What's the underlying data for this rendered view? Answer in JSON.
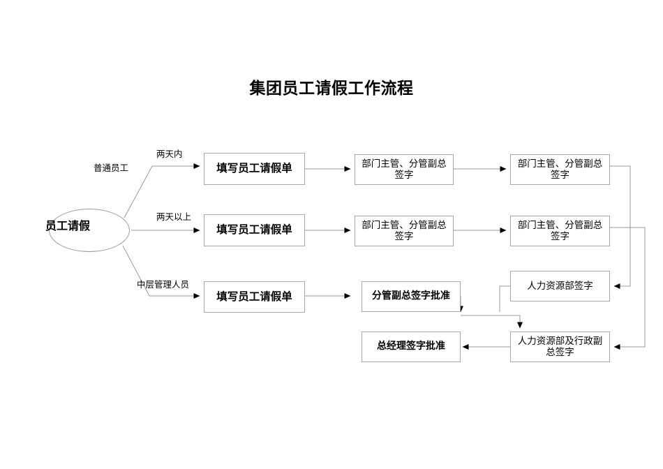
{
  "document": {
    "title": "集团员工请假工作流程"
  },
  "diagram": {
    "start": {
      "label": "员工请假"
    },
    "branch_labels": [
      {
        "id": "ordinary-employee",
        "text": "普通员工"
      },
      {
        "id": "within-two-days",
        "text": "两天内"
      },
      {
        "id": "over-two-days",
        "text": "两天以上"
      },
      {
        "id": "middle-management",
        "text": "中层管理人员"
      }
    ],
    "nodes": [
      {
        "id": "fill-form-row1",
        "text": "填写员工请假单"
      },
      {
        "id": "dept-head-sign-row1",
        "text": "部门主管、分管副总签字"
      },
      {
        "id": "dept-head-sign-row1-b",
        "text": "部门主管、分管副总签字"
      },
      {
        "id": "fill-form-row2",
        "text": "填写员工请假单"
      },
      {
        "id": "dept-head-sign-row2",
        "text": "部门主管、分管副总签字"
      },
      {
        "id": "dept-head-sign-row2-b",
        "text": "部门主管、分管副总签字"
      },
      {
        "id": "hr-sign",
        "text": "人力资源部签字"
      },
      {
        "id": "fill-form-row3",
        "text": "填写员工请假单"
      },
      {
        "id": "vp-approve",
        "text": "分管副总签字批准"
      },
      {
        "id": "hr-admin-vp-sign",
        "text": "人力资源部及行政副总签字"
      },
      {
        "id": "gm-approve",
        "text": "总经理签字批准"
      }
    ],
    "colors": {
      "box_border": "#a6a6a6",
      "line": "#808080",
      "arrow_head": "#000000",
      "text": "#000000",
      "background": "#ffffff"
    }
  }
}
